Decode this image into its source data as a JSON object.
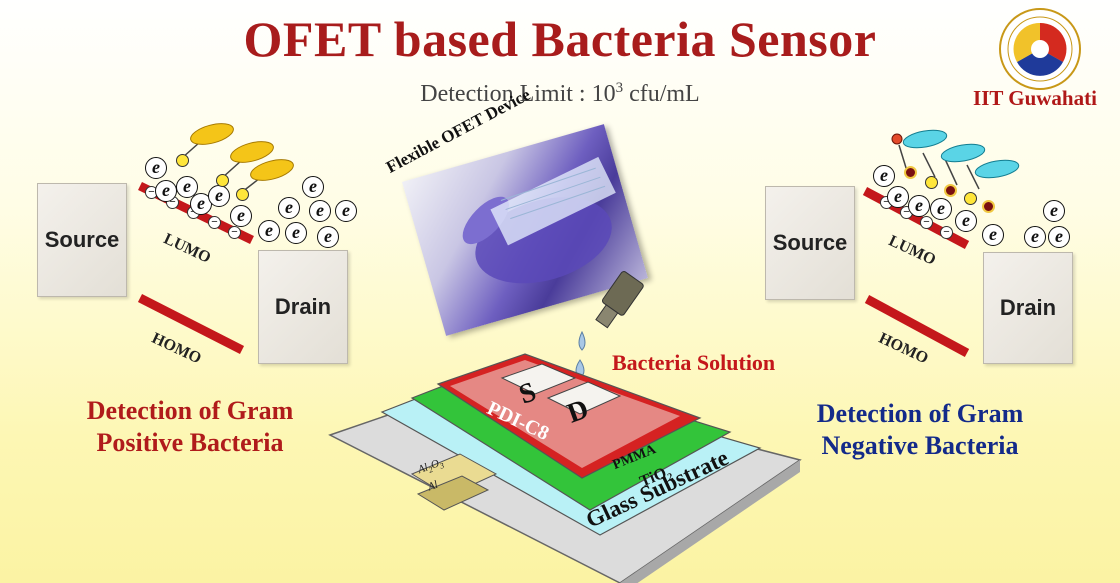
{
  "title": "OFET based Bacteria Sensor",
  "subtitle": {
    "prefix": "Detection Limit : 10",
    "superscript": "3",
    "suffix": " cfu/mL"
  },
  "institute": "IIT Guwahati",
  "left_panel": {
    "source": "Source",
    "drain": "Drain",
    "lumo": "LUMO",
    "homo": "HOMO",
    "caption_line1": "Detection of Gram",
    "caption_line2": "Positive Bacteria",
    "electron_symbol": "e",
    "minus_symbol": "−"
  },
  "right_panel": {
    "source": "Source",
    "drain": "Drain",
    "lumo": "LUMO",
    "homo": "HOMO",
    "caption_line1": "Detection of Gram",
    "caption_line2": "Negative Bacteria",
    "electron_symbol": "e",
    "minus_symbol": "−"
  },
  "center": {
    "photo_label": "Flexible OFET Device",
    "bacteria_solution": "Bacteria Solution",
    "source_short": "S",
    "drain_short": "D",
    "semiconductor": "PDI-C8",
    "dielectric": "PMMA",
    "oxide": "TiO",
    "oxide_sub": "2",
    "gate_oxide": "Al",
    "gate_oxide_sub1": "2",
    "gate_oxide_mid": "O",
    "gate_oxide_sub2": "3",
    "gate": "Al",
    "substrate": "Glass Substrate"
  },
  "colors": {
    "title": "#a81c1c",
    "positive": "#b01b1b",
    "negative": "#132a8a",
    "band_red": "#c4171b",
    "pmma_green": "#33c43a",
    "tio2_cyan": "#b9f1f6",
    "glass_gray": "#dcdcdc"
  },
  "icons": [
    "iitg-logo-icon",
    "dropper-icon",
    "bacteria-rod-icon",
    "bacteria-coccus-icon"
  ]
}
